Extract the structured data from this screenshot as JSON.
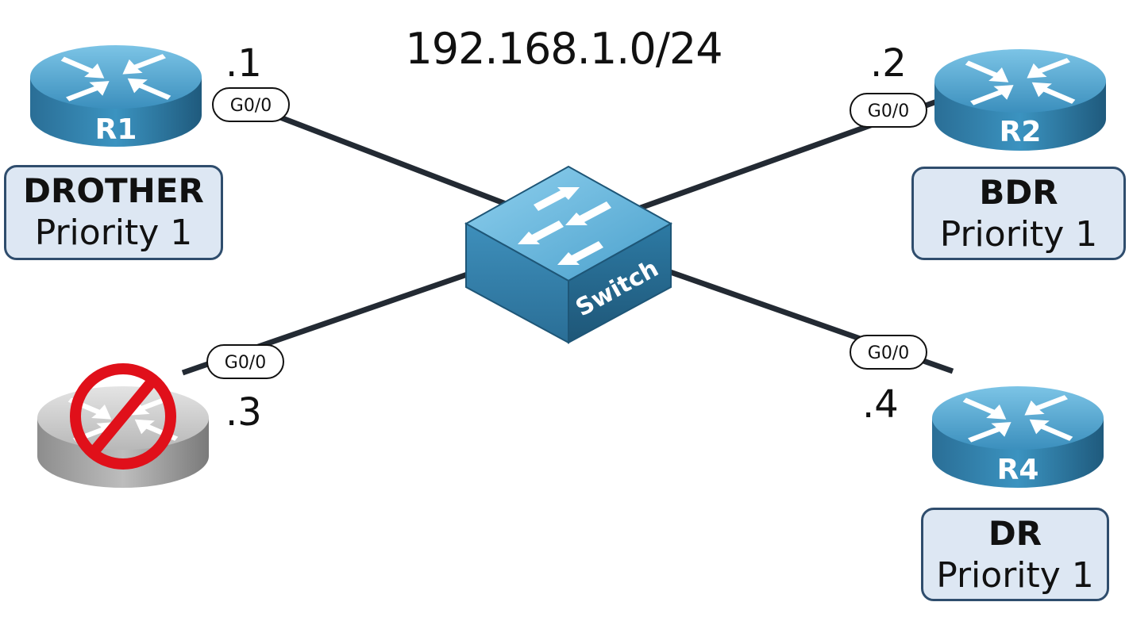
{
  "subnet": "192.168.1.0/24",
  "switch": {
    "label": "Switch"
  },
  "routers": [
    {
      "id": "r1",
      "name": "R1",
      "host": ".1",
      "interface": "G0/0",
      "role": "DROTHER",
      "priority": "Priority 1"
    },
    {
      "id": "r2",
      "name": "R2",
      "host": ".2",
      "interface": "G0/0",
      "role": "BDR",
      "priority": "Priority 1"
    },
    {
      "id": "r3",
      "name": "",
      "host": ".3",
      "interface": "G0/0",
      "status": "disabled"
    },
    {
      "id": "r4",
      "name": "R4",
      "host": ".4",
      "interface": "G0/0",
      "role": "DR",
      "priority": "Priority 1"
    }
  ],
  "colors": {
    "router_blue": "#2d86b8",
    "router_top": "#4ba3d0",
    "router_disabled": "#a9a9a9",
    "prohibit_red": "#e0101a",
    "link": "#232a33",
    "role_fill": "#dde7f3",
    "role_border": "#2f4d6d"
  },
  "icons": {
    "router": "router-icon",
    "switch": "switch-icon",
    "prohibited": "prohibited-icon"
  }
}
